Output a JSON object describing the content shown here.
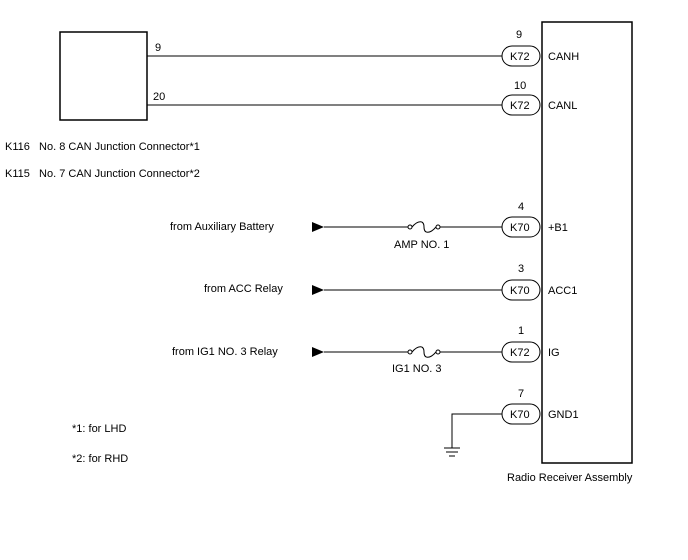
{
  "junction": {
    "pin_canh": "9",
    "pin_canl": "20",
    "label_k116": "K116   No. 8 CAN Junction Connector*1",
    "label_k115": "K115   No. 7 CAN Junction Connector*2"
  },
  "receiver": {
    "label": "Radio Receiver Assembly",
    "pins": [
      {
        "pin": "9",
        "connector": "K72",
        "signal": "CANH"
      },
      {
        "pin": "10",
        "connector": "K72",
        "signal": "CANL"
      },
      {
        "pin": "4",
        "connector": "K70",
        "signal": "+B1"
      },
      {
        "pin": "3",
        "connector": "K70",
        "signal": "ACC1"
      },
      {
        "pin": "1",
        "connector": "K72",
        "signal": "IG"
      },
      {
        "pin": "7",
        "connector": "K70",
        "signal": "GND1"
      }
    ]
  },
  "sources": {
    "aux_battery": "from Auxiliary Battery",
    "acc_relay": "from ACC Relay",
    "ig1_relay": "from IG1 NO. 3 Relay"
  },
  "fuses": {
    "amp": "AMP NO. 1",
    "ig1": "IG1 NO. 3"
  },
  "notes": {
    "n1": "*1: for LHD",
    "n2": "*2: for RHD"
  }
}
